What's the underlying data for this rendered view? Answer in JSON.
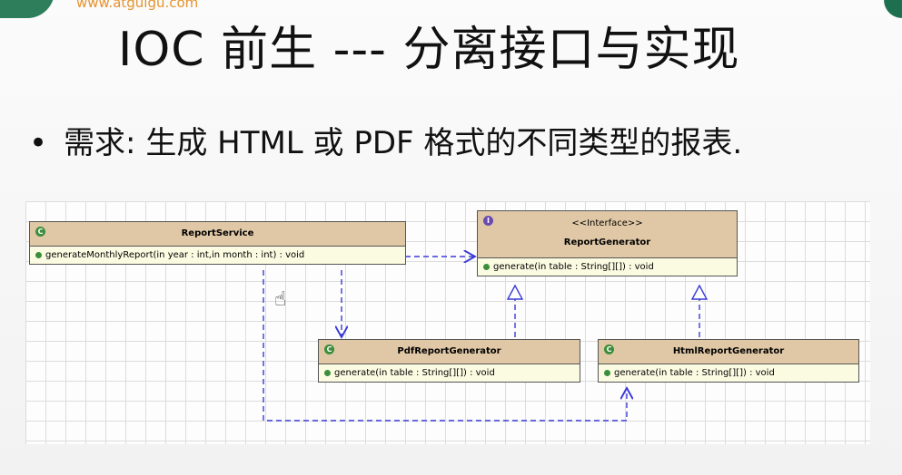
{
  "header": {
    "site": "www.atguigu.com"
  },
  "slide": {
    "title": "IOC 前生 --- 分离接口与实现",
    "bullet": "需求: 生成 HTML 或 PDF 格式的不同类型的报表."
  },
  "diagram": {
    "report_service": {
      "name": "ReportService",
      "badge": "C",
      "op": "generateMonthlyReport(in year : int,in month : int) : void"
    },
    "report_generator": {
      "stereotype": "<<Interface>>",
      "name": "ReportGenerator",
      "badge": "I",
      "op": "generate(in table : String[][]) : void"
    },
    "pdf_generator": {
      "name": "PdfReportGenerator",
      "badge": "C",
      "op": "generate(in table : String[][]) : void"
    },
    "html_generator": {
      "name": "HtmlReportGenerator",
      "badge": "C",
      "op": "generate(in table : String[][]) : void"
    },
    "colors": {
      "header": "#e0c8a6",
      "body": "#fbfbe2",
      "dependency": "#3a3ad8"
    }
  }
}
